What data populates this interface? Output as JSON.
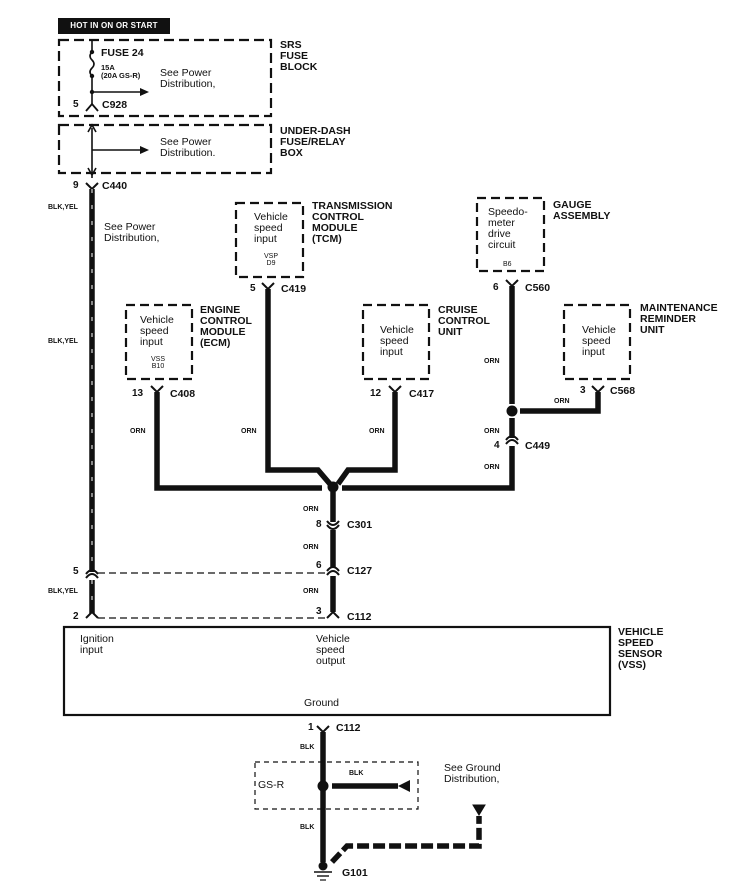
{
  "header": {
    "hot_label": "HOT IN ON OR START"
  },
  "srs_fuse_block": {
    "title": "SRS\nFUSE\nBLOCK",
    "fuse_name": "FUSE 24",
    "fuse_rating": "15A\n(20A GS-R)",
    "see_note": "See Power\nDistribution,",
    "connector": "C928",
    "pin": "5"
  },
  "under_dash_box": {
    "title": "UNDER-DASH\nFUSE/RELAY\nBOX",
    "see_note": "See Power\nDistribution."
  },
  "c440": {
    "connector": "C440",
    "pin": "9"
  },
  "power_wire": {
    "color_label_1": "BLK,YEL",
    "color_label_2": "BLK,YEL",
    "color_label_3": "BLK,YEL",
    "see_note": "See Power\nDistribution,"
  },
  "tcm": {
    "title": "TRANSMISSION\nCONTROL\nMODULE\n(TCM)",
    "inner": "Vehicle\nspeed\ninput",
    "terminal": "VSP\nD9",
    "connector": "C419",
    "pin": "5",
    "wire": "ORN"
  },
  "ecm": {
    "title": "ENGINE\nCONTROL\nMODULE\n(ECM)",
    "inner": "Vehicle\nspeed\ninput",
    "terminal": "VSS\nB10",
    "connector": "C408",
    "pin": "13",
    "wire": "ORN"
  },
  "cruise": {
    "title": "CRUISE\nCONTROL\nUNIT",
    "inner": "Vehicle\nspeed\ninput",
    "connector": "C417",
    "pin": "12",
    "wire": "ORN"
  },
  "gauge": {
    "title": "GAUGE\nASSEMBLY",
    "inner": "Speedo-\nmeter\ndrive\ncircuit",
    "terminal": "B6",
    "connector": "C560",
    "pin": "6",
    "wire": "ORN"
  },
  "maintenance": {
    "title": "MAINTENANCE\nREMINDER\nUNIT",
    "inner": "Vehicle\nspeed\ninput",
    "connector": "C568",
    "pin": "3",
    "wire": "ORN"
  },
  "c449": {
    "connector": "C449",
    "pin": "4",
    "wire_below": "ORN"
  },
  "trunk": {
    "c301": {
      "connector": "C301",
      "pin": "8"
    },
    "c127": {
      "connector": "C127",
      "pin_right": "6",
      "pin_left": "5"
    },
    "c112": {
      "connector": "C112",
      "pin_right": "3",
      "pin_left": "2"
    },
    "wire_labels": [
      "ORN",
      "ORN",
      "ORN"
    ]
  },
  "vss": {
    "title": "VEHICLE\nSPEED\nSENSOR\n(VSS)",
    "ignition": "Ignition\ninput",
    "output": "Vehicle\nspeed\noutput",
    "ground": "Ground"
  },
  "ground_section": {
    "connector": "C112",
    "pin": "1",
    "wire_1": "BLK",
    "wire_2": "BLK",
    "wire_3": "BLK",
    "variant": "GS-R",
    "see_note": "See Ground\nDistribution,",
    "ground_point": "G101"
  }
}
